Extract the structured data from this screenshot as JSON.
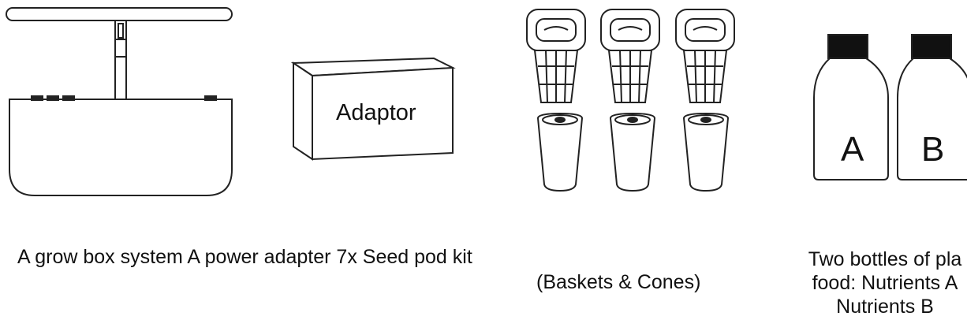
{
  "items": {
    "grow_box": {
      "caption": "A grow box system"
    },
    "adapter": {
      "caption": "A power adapter",
      "label": "Adaptor"
    },
    "seed_kit": {
      "caption_line1": "7x Seed pod kit",
      "caption_line2": "(Baskets & Cones)"
    },
    "bottles": {
      "caption_lines": [
        "Two bottles of pla",
        "food: Nutrients A",
        "Nutrients B"
      ],
      "bottle_a_label": "A",
      "bottle_b_label": "B"
    }
  }
}
